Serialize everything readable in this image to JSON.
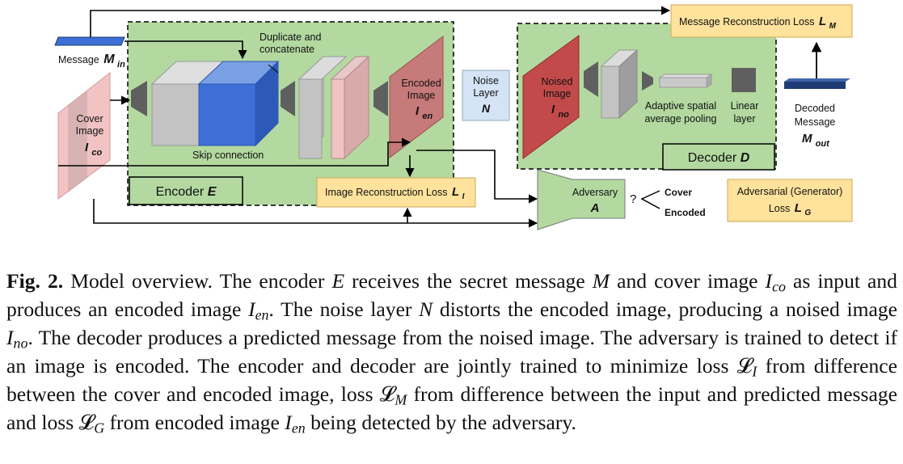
{
  "figure": {
    "message_in": {
      "label": "Message",
      "symbol": "M",
      "sub": "in"
    },
    "cover_image": {
      "line1": "Cover",
      "line2": "Image",
      "symbol": "I",
      "sub": "co"
    },
    "duplicate_label": {
      "line1": "Duplicate and",
      "line2": "concatenate"
    },
    "skip_connection": "Skip connection",
    "encoder_box": {
      "label": "Encoder",
      "symbol": "E"
    },
    "encoded_image": {
      "line1": "Encoded",
      "line2": "Image",
      "symbol": "I",
      "sub": "en"
    },
    "noise_layer": {
      "line1": "Noise",
      "line2": "Layer",
      "symbol": "N"
    },
    "image_loss": {
      "label": "Image Reconstruction Loss",
      "symbol": "L",
      "sub": "I"
    },
    "noised_image": {
      "line1": "Noised",
      "line2": "Image",
      "symbol": "I",
      "sub": "no"
    },
    "pooling_label": {
      "line1": "Adaptive spatial",
      "line2": "average pooling"
    },
    "linear_label": {
      "line1": "Linear",
      "line2": "layer"
    },
    "decoder_box": {
      "label": "Decoder",
      "symbol": "D"
    },
    "message_loss": {
      "label": "Message Reconstruction Loss",
      "symbol": "L",
      "sub": "M"
    },
    "decoded_message": {
      "line1": "Decoded",
      "line2": "Message",
      "symbol": "M",
      "sub": "out"
    },
    "adversary": {
      "label": "Adversary",
      "symbol": "A"
    },
    "question_mark": "?",
    "choice_cover": "Cover",
    "choice_encoded": "Encoded",
    "adv_loss": {
      "line1": "Adversarial (Generator)",
      "line2": "Loss",
      "symbol": "L",
      "sub": "G"
    }
  },
  "caption": {
    "label": "Fig. 2.",
    "t1": " Model overview. The encoder ",
    "E": "E",
    "t2": " receives the secret message ",
    "M": "M",
    "t3": " and cover image ",
    "Ico_base": "I",
    "Ico_sub": "co",
    "t4": " as input and produces an encoded image ",
    "Ien_base": "I",
    "Ien_sub": "en",
    "t5": ". The noise layer ",
    "N": "N",
    "t6": " distorts the encoded image, producing a noised image ",
    "Ino_base": "I",
    "Ino_sub": "no",
    "t7": ". The decoder produces a predicted message from the noised image. The adversary is trained to detect if an image is encoded. The encoder and decoder are jointly trained to minimize loss ",
    "LI_base": "𝓛",
    "LI_sub": "I",
    "t8": " from difference between the cover and encoded image, loss ",
    "LM_base": "𝓛",
    "LM_sub": "M",
    "t9": " from difference between the input and predicted message and loss ",
    "LG_base": "𝓛",
    "LG_sub": "G",
    "t10": " from encoded image ",
    "Ien2_base": "I",
    "Ien2_sub": "en",
    "t11": " being detected by the adversary."
  },
  "colors": {
    "panel_green": "#b3d9a0",
    "blue": "#3d6fd6",
    "grey_block": "#c3c3c3",
    "pink": "#f2c3c3",
    "red": "#c34a4a",
    "loss_yellow": "#ffe29b",
    "noise_blue": "#d4e4f6",
    "dark_grey": "#5f5f5f",
    "navy": "#1f3b73"
  }
}
